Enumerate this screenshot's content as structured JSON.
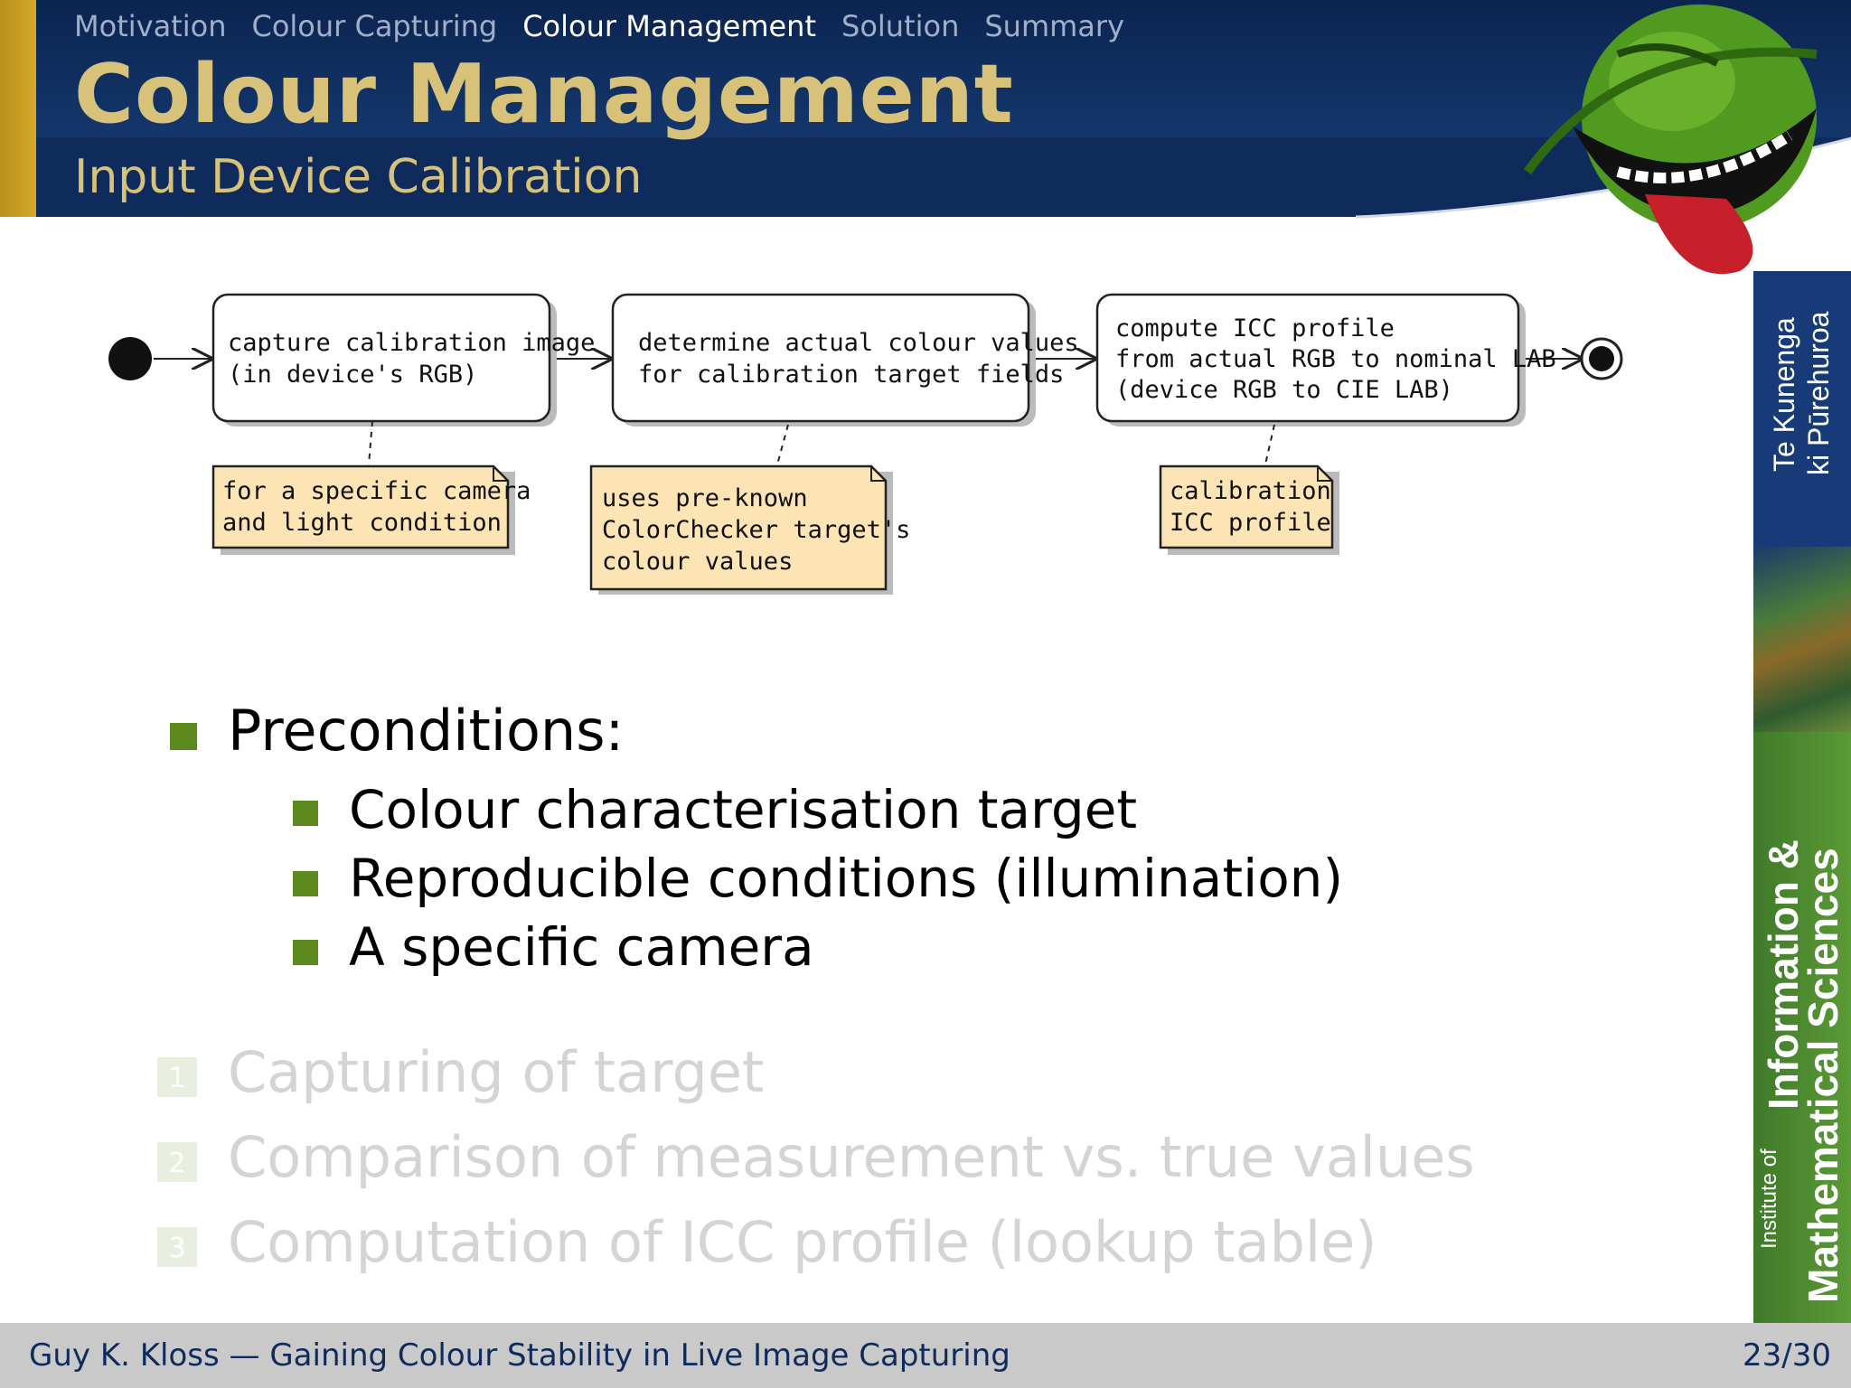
{
  "nav": {
    "items": [
      "Motivation",
      "Colour Capturing",
      "Colour Management",
      "Solution",
      "Summary"
    ],
    "active_index": 2
  },
  "slide": {
    "title": "Colour Management",
    "subtitle": "Input Device Calibration"
  },
  "diagram": {
    "steps": [
      {
        "line1": "capture calibration image",
        "line2": "(in device's RGB)",
        "line3": ""
      },
      {
        "line1": "determine actual colour values",
        "line2": "for calibration target fields",
        "line3": ""
      },
      {
        "line1": "compute ICC profile",
        "line2": "from actual RGB to nominal LAB",
        "line3": "(device RGB to CIE LAB)"
      }
    ],
    "notes": [
      {
        "line1": "for a specific camera",
        "line2": "and light condition",
        "line3": ""
      },
      {
        "line1": "uses pre-known",
        "line2": "ColorChecker target's",
        "line3": "colour values"
      },
      {
        "line1": "calibration",
        "line2": "ICC profile",
        "line3": ""
      }
    ],
    "colors": {
      "note_fill": "#fde4b4",
      "node_fill": "#ffffff",
      "stroke": "#222222"
    }
  },
  "preconditions": {
    "heading": "Preconditions:",
    "items": [
      "Colour characterisation target",
      "Reproducible conditions (illumination)",
      "A specific camera"
    ]
  },
  "steps_list": {
    "items": [
      {
        "num": "1",
        "text": "Capturing of target"
      },
      {
        "num": "2",
        "text": "Comparison of measurement vs. true values"
      },
      {
        "num": "3",
        "text": "Computation of ICC profile (lookup table)"
      }
    ]
  },
  "sidebar": {
    "maori_line1": "Te Kunenga",
    "maori_line2": "ki Pūrehuroa",
    "institute_small": "Institute of",
    "institute_line1": "Information &",
    "institute_line2": "Mathematical Sciences"
  },
  "footer": {
    "author_title": "Guy K. Kloss — Gaining Colour Stability in Live Image Capturing",
    "page": "23/30"
  },
  "colors": {
    "header_blue": "#0e2b5c",
    "title_gold": "#d8c27a",
    "bullet_green": "#5d8a1f",
    "footer_gray": "#c9c9c9"
  }
}
